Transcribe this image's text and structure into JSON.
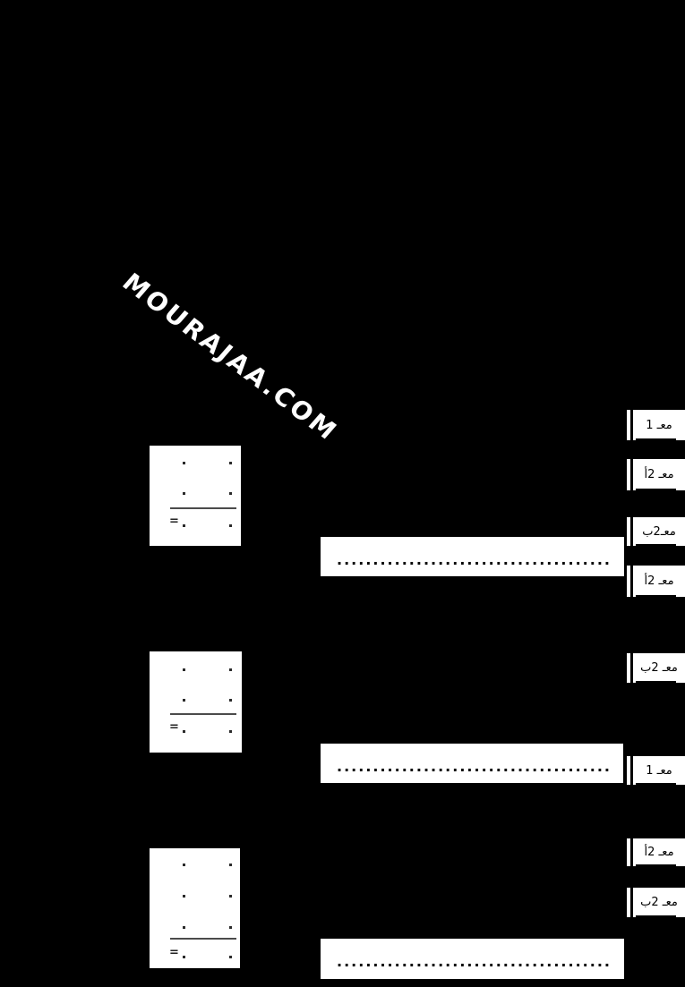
{
  "watermark": {
    "text": "MOURAJAA.COM"
  },
  "palette": {
    "background": "#000000",
    "paper": "#ffffff",
    "ink": "#222222",
    "rule_line": "#4b4b4b",
    "dots": "#000000"
  },
  "operations": [
    {
      "name": "operation-1",
      "operand_rows": 2,
      "equals": "=",
      "placeholder_dot": "."
    },
    {
      "name": "operation-2",
      "operand_rows": 2,
      "equals": "=",
      "placeholder_dot": "."
    },
    {
      "name": "operation-3",
      "operand_rows": 3,
      "equals": "=",
      "placeholder_dot": "."
    }
  ],
  "answer_fields": [
    {
      "name": "answer-line-1",
      "dots": "............................................"
    },
    {
      "name": "answer-line-2",
      "dots": "............................................"
    },
    {
      "name": "answer-line-3",
      "dots": "............................................"
    }
  ],
  "grade_tabs": [
    {
      "label": "معـ 1"
    },
    {
      "label": "معـ 2أ"
    },
    {
      "label": "معـ2ب"
    },
    {
      "label": "معـ 2أ"
    },
    {
      "label": "معـ 2ب"
    },
    {
      "label": "معـ 1"
    },
    {
      "label": "معـ 2أ"
    },
    {
      "label": "معـ 2ب"
    }
  ]
}
